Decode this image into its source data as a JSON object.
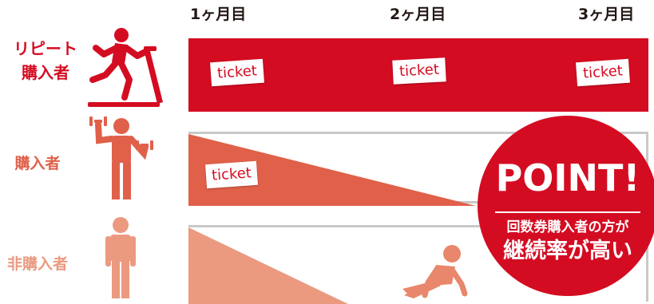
{
  "months": [
    "1ヶ月目",
    "2ヶ月目",
    "3ヶ月目"
  ],
  "rows": [
    {
      "label_lines": [
        "リピート",
        "購入者"
      ],
      "icon": "treadmill-runner-icon",
      "color": "#d40c22",
      "tickets": [
        "ticket",
        "ticket",
        "ticket"
      ],
      "retention": [
        1,
        1
      ]
    },
    {
      "label_lines": [
        "購入者"
      ],
      "icon": "dumbbell-person-icon",
      "color": "#e0604a",
      "tickets": [
        "ticket"
      ],
      "retention": [
        1,
        0
      ]
    },
    {
      "label_lines": [
        "非購入者"
      ],
      "icon": "standing-person-icon",
      "color": "#eb9a80",
      "tickets": [],
      "retention": [
        1,
        0
      ]
    }
  ],
  "fallen_icon": "collapsed-person-icon",
  "badge": {
    "title": "POINT!",
    "subtitle": "回数券購入者の方が",
    "main": "継続率が高い",
    "color": "#d40c22"
  }
}
